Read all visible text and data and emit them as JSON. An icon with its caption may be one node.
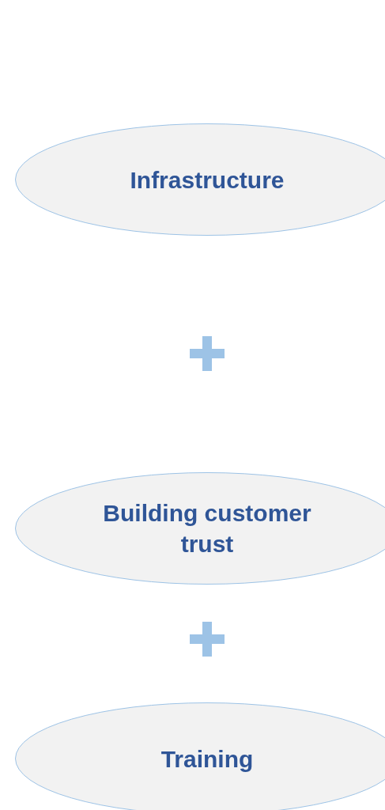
{
  "diagram": {
    "nodes": [
      {
        "text": [
          "Infrastructure"
        ]
      },
      {
        "text": [
          "Building customer trust"
        ]
      },
      {
        "text": [
          "Training"
        ]
      }
    ]
  }
}
